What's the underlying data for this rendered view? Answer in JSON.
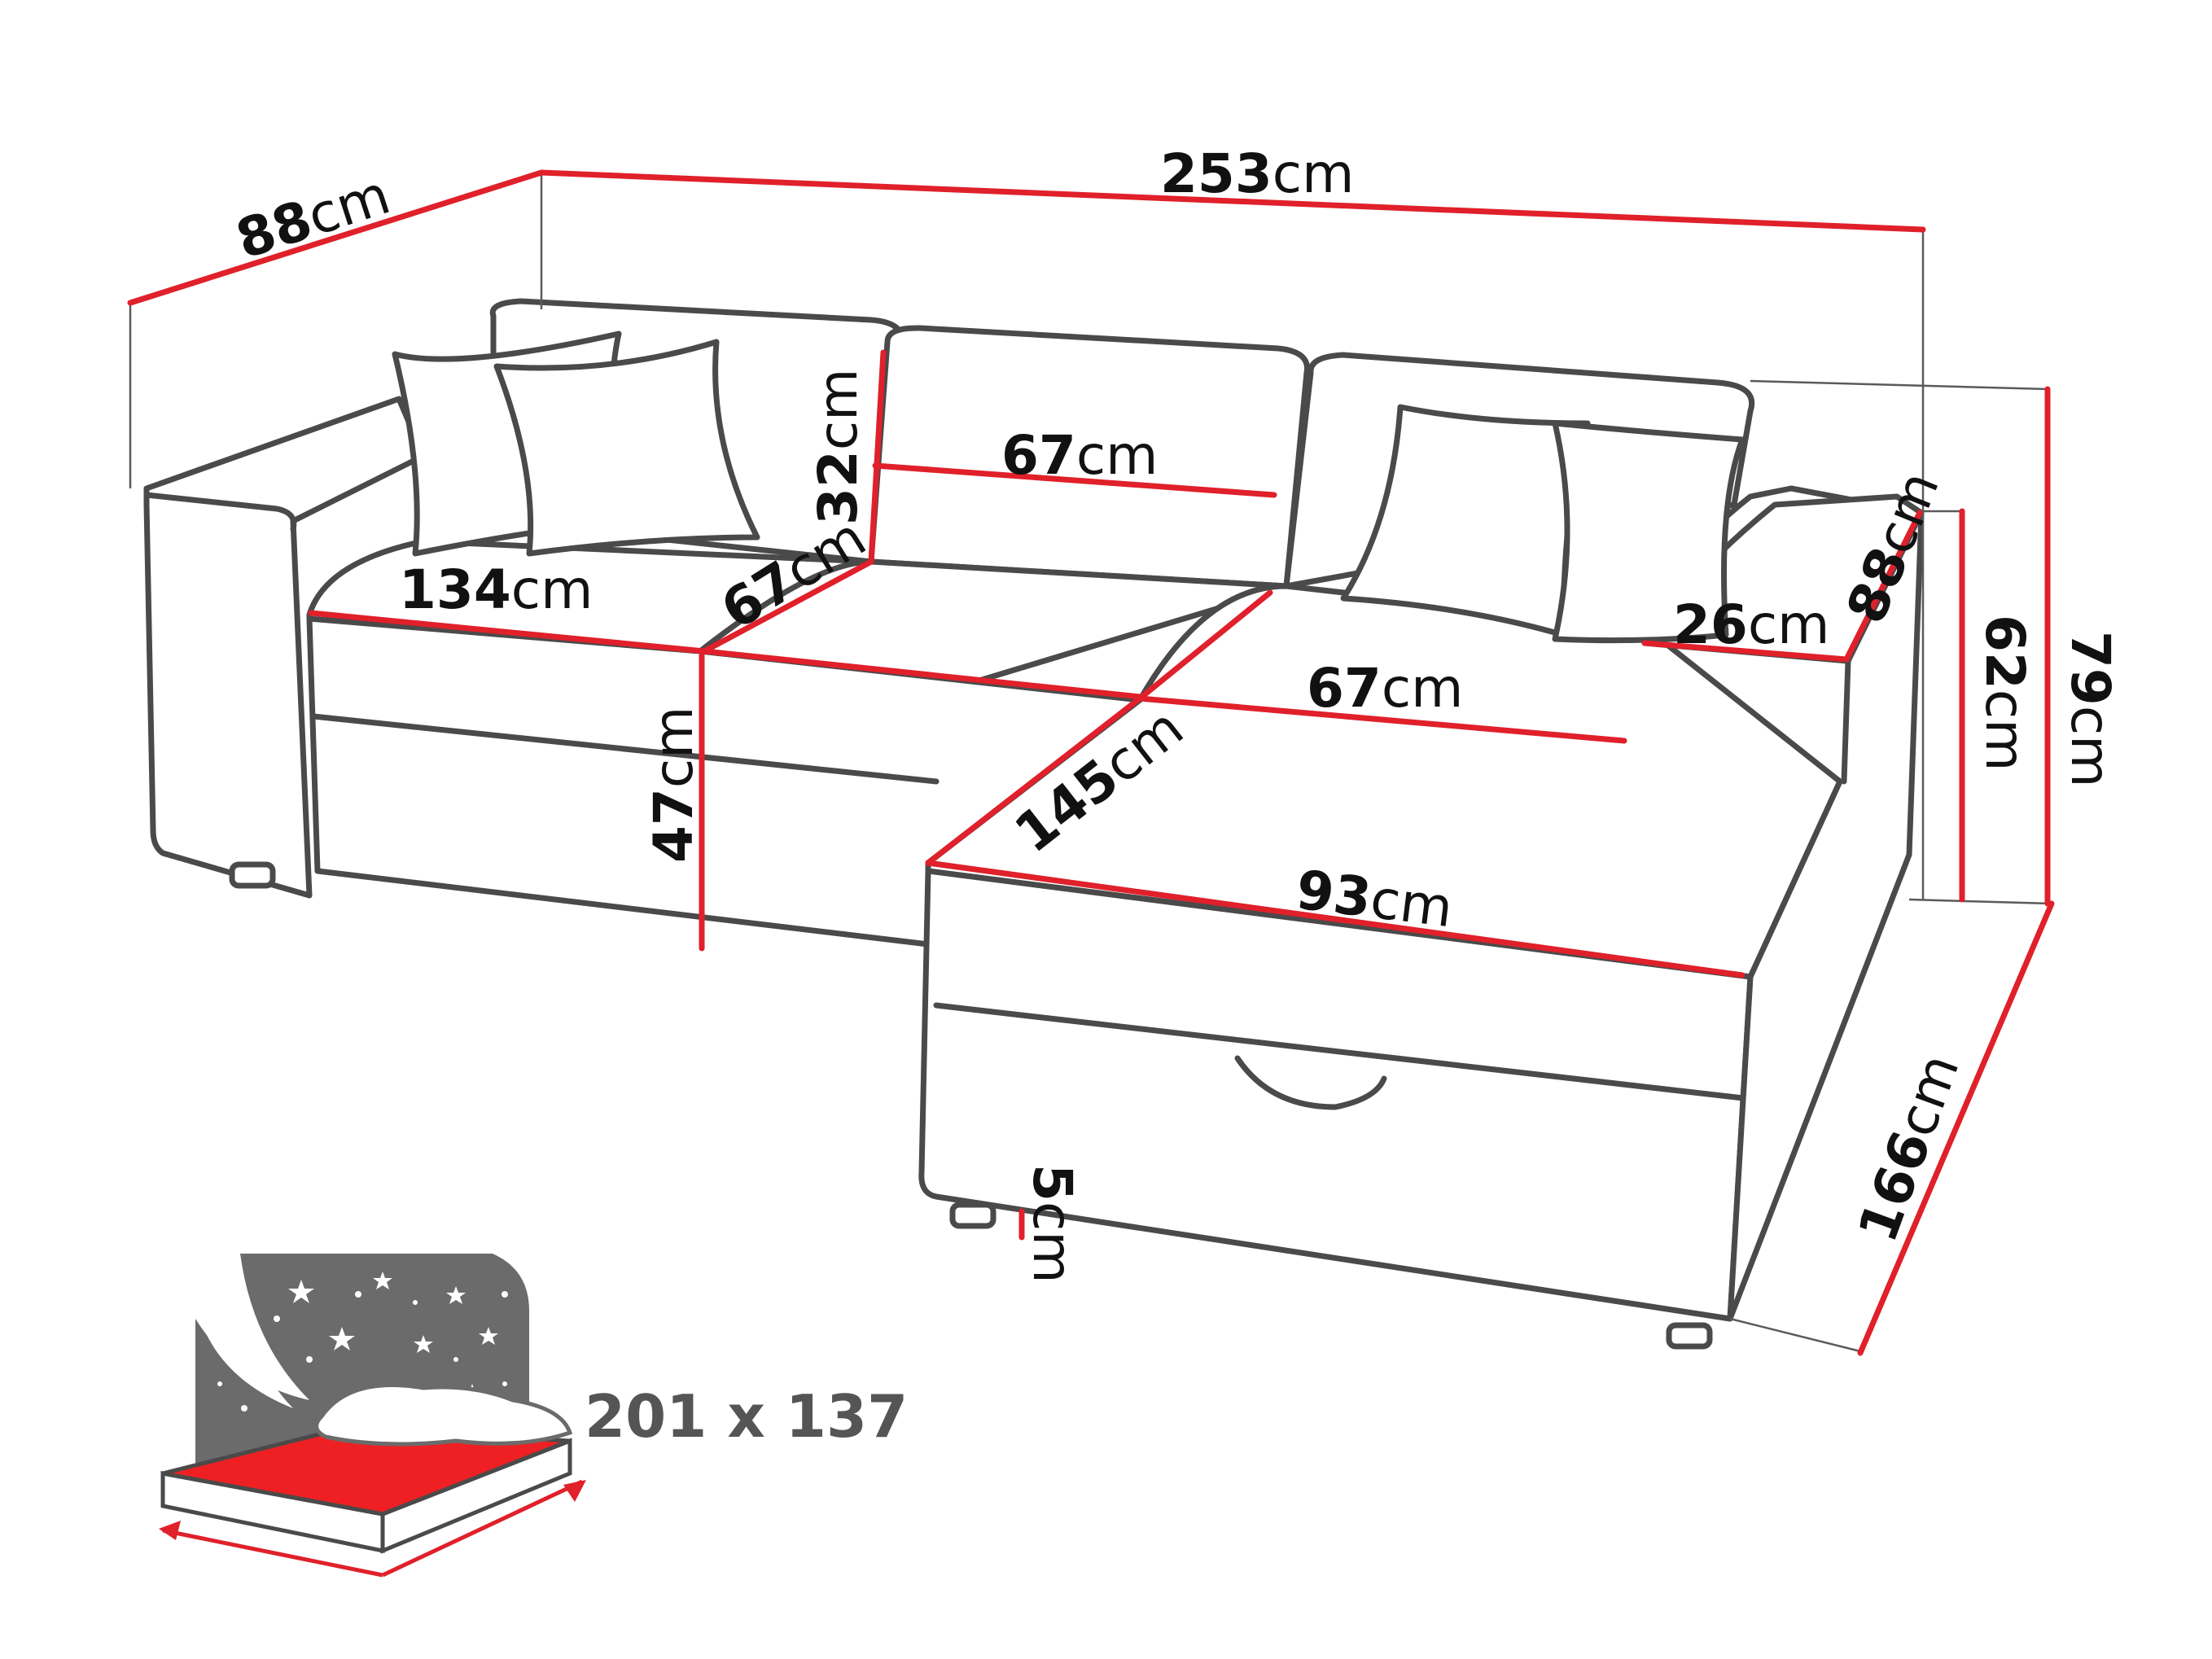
{
  "dimensions": {
    "total_width": {
      "value": "253",
      "unit": "cm"
    },
    "depth": {
      "value": "88",
      "unit": "cm"
    },
    "back_height": {
      "value": "32",
      "unit": "cm"
    },
    "back_width": {
      "value": "67",
      "unit": "cm"
    },
    "seat_width": {
      "value": "134",
      "unit": "cm"
    },
    "seat_depth": {
      "value": "67",
      "unit": "cm"
    },
    "seat_height": {
      "value": "47",
      "unit": "cm"
    },
    "chaise_depth": {
      "value": "145",
      "unit": "cm"
    },
    "chaise_seat_depth": {
      "value": "67",
      "unit": "cm"
    },
    "chaise_width": {
      "value": "93",
      "unit": "cm"
    },
    "armrest_width": {
      "value": "26",
      "unit": "cm"
    },
    "armrest_depth": {
      "value": "88",
      "unit": "cm"
    },
    "armrest_height": {
      "value": "62",
      "unit": "cm"
    },
    "total_height": {
      "value": "79",
      "unit": "cm"
    },
    "chaise_length": {
      "value": "166",
      "unit": "cm"
    },
    "leg_height": {
      "value": "5",
      "unit": "cm"
    }
  },
  "sleeping_area": {
    "label": "201 x 137"
  },
  "colors": {
    "dimension_line": "#e0202a",
    "outline": "#4a4a4a",
    "mattress": "#ee2024",
    "night_sky": "#6b6b6b"
  }
}
